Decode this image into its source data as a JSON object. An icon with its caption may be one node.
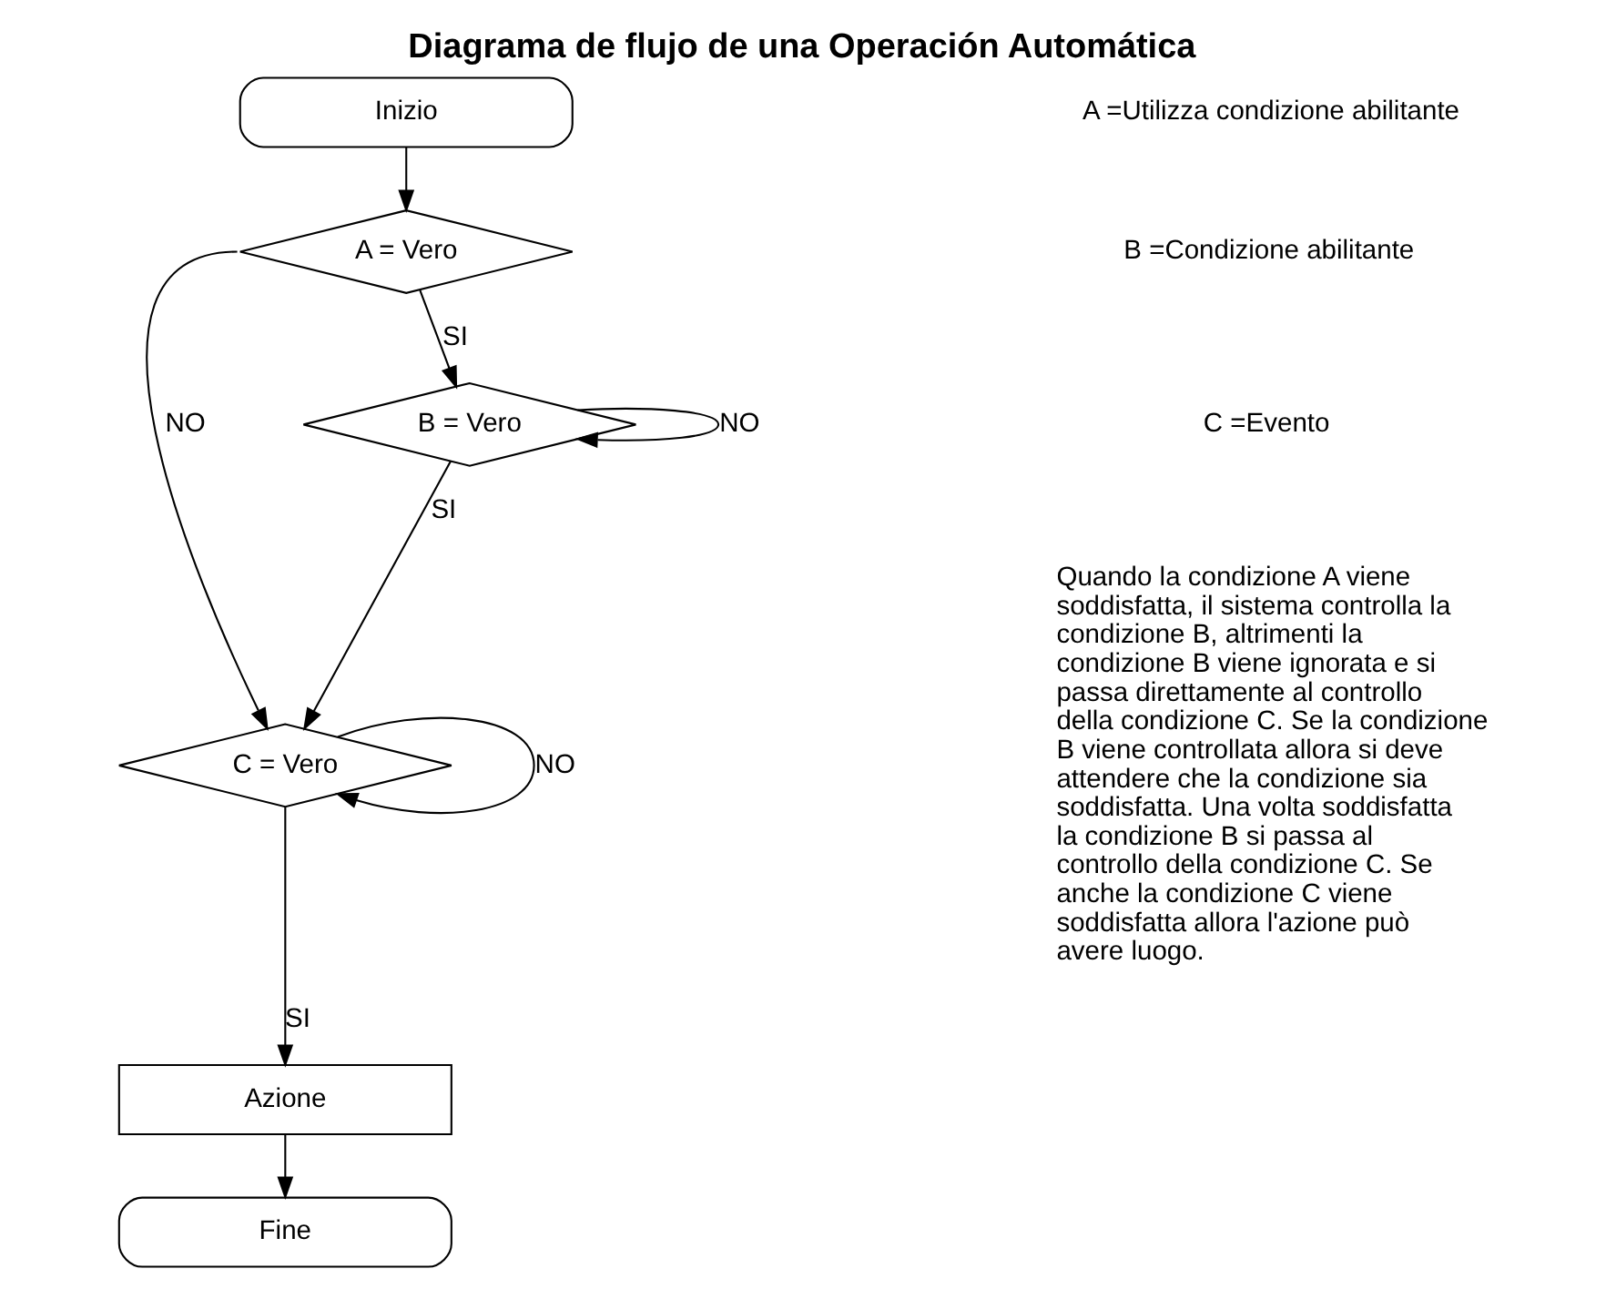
{
  "diagram": {
    "title": "Diagrama de flujo de una Operación Automática",
    "nodes": [
      {
        "text": [
          "Inizio"
        ]
      },
      {
        "text": [
          "A = Vero"
        ]
      },
      {
        "text": [
          "B = Vero"
        ]
      },
      {
        "text": [
          "C = Vero"
        ]
      },
      {
        "text": [
          "Azione"
        ]
      },
      {
        "text": [
          "Fine"
        ]
      }
    ],
    "edges": [
      {
        "from": 0,
        "to": 1,
        "arrow": "to"
      },
      {
        "from": 1,
        "to": 2,
        "arrow": "to",
        "label": "SI"
      },
      {
        "from": 1,
        "to": 3,
        "arrow": "to",
        "label": "NO"
      },
      {
        "from": 2,
        "to": 2,
        "arrow": "to",
        "label": "NO"
      },
      {
        "from": 2,
        "to": 3,
        "arrow": "to",
        "label": "SI"
      },
      {
        "from": 3,
        "to": 3,
        "arrow": "to",
        "label": "NO"
      },
      {
        "from": 3,
        "to": 4,
        "arrow": "to",
        "label": "SI"
      },
      {
        "from": 4,
        "to": 5,
        "arrow": "to"
      }
    ],
    "labels": [
      "A =Utilizza condizione abilitante",
      "B =Condizione abilitante",
      "C =Evento",
      "Quando la condizione A viene soddisfatta, il sistema controlla la condizione B, altrimenti la condizione B viene ignorata e si passa direttamente al controllo della condizione C. Se la condizione B viene controllata allora si deve attendere che la condizione sia soddisfatta. Una volta soddisfatta la condizione B si passa al controllo della condizione C. Se anche la condizione C viene soddisfatta allora l'azione può avere luogo."
    ]
  }
}
